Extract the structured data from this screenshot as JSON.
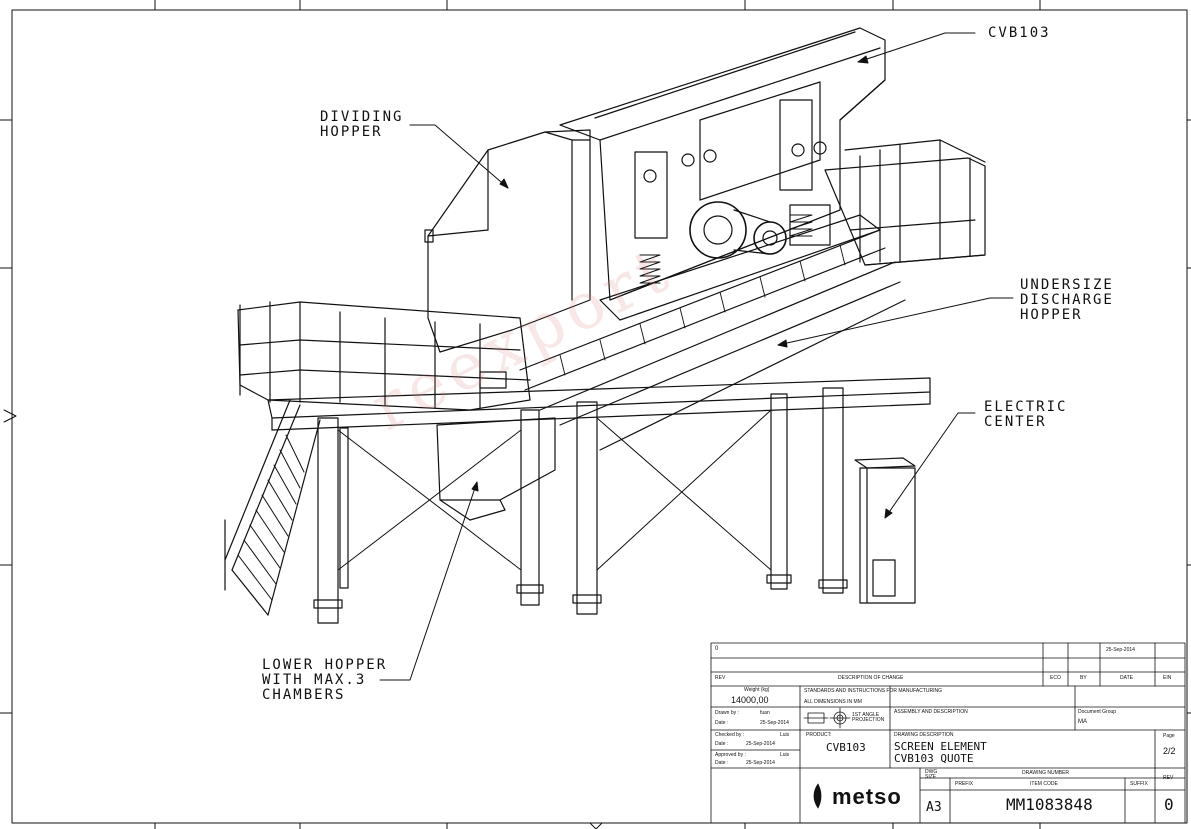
{
  "callouts": {
    "cvb103": "CVB103",
    "dividing_hopper": "DIVIDING\nHOPPER",
    "undersize_discharge_hopper": "UNDERSIZE\nDISCHARGE\nHOPPER",
    "electric_center": "ELECTRIC\nCENTER",
    "lower_hopper": "LOWER HOPPER\nWITH MAX.3\nCHAMBERS"
  },
  "watermark": "reexport",
  "title_block": {
    "rev_row": {
      "letter": "0",
      "date": "25-Sep-2014"
    },
    "header": {
      "rev": "REV",
      "description": "DESCRIPTION OF CHANGE",
      "eco": "ECO",
      "by": "BY",
      "date": "DATE",
      "ein": "EIN"
    },
    "weight_label": "Weight (kg)",
    "weight": "14000,00",
    "standards": "STANDARDS AND INSTRUCTIONS FOR MANUFACTURING",
    "dimensions": "ALL DIMENSIONS IN MM",
    "projection": "1ST ANGLE\nPROJECTION",
    "drawn_by_label": "Drawn by :",
    "drawn_by": "fuan",
    "drawn_date_label": "Date :",
    "drawn_date": "25-Sep-2014",
    "checked_by_label": "Checked by :",
    "checked_by": "Luis",
    "checked_date_label": "Date :",
    "checked_date": "25-Sep-2014",
    "approved_by_label": "Approved by :",
    "approved_by": "Luis",
    "approved_date_label": "Date :",
    "approved_date": "25-Sep-2014",
    "assembly_label": "ASSEMBLY AND DESCRIPTION",
    "document_group_label": "Document Group",
    "document_group": "MA",
    "product_label": "PRODUCT:",
    "product": "CVB103",
    "drawing_desc_label": "DRAWING DESCRIPTION",
    "drawing_desc_1": "SCREEN ELEMENT",
    "drawing_desc_2": "CVB103 QUOTE",
    "page_label": "Page",
    "page": "2/2",
    "dwg_size_label": "DWG\nSIZE",
    "prefix_label": "PREFIX",
    "drawing_number_label": "DRAWING NUMBER",
    "item_code_label": "ITEM CODE",
    "suffix_label": "SUFFIX",
    "rev_label": "REV",
    "size": "A3",
    "drawing_number": "MM1083848",
    "revision": "0",
    "logo": "metso"
  }
}
